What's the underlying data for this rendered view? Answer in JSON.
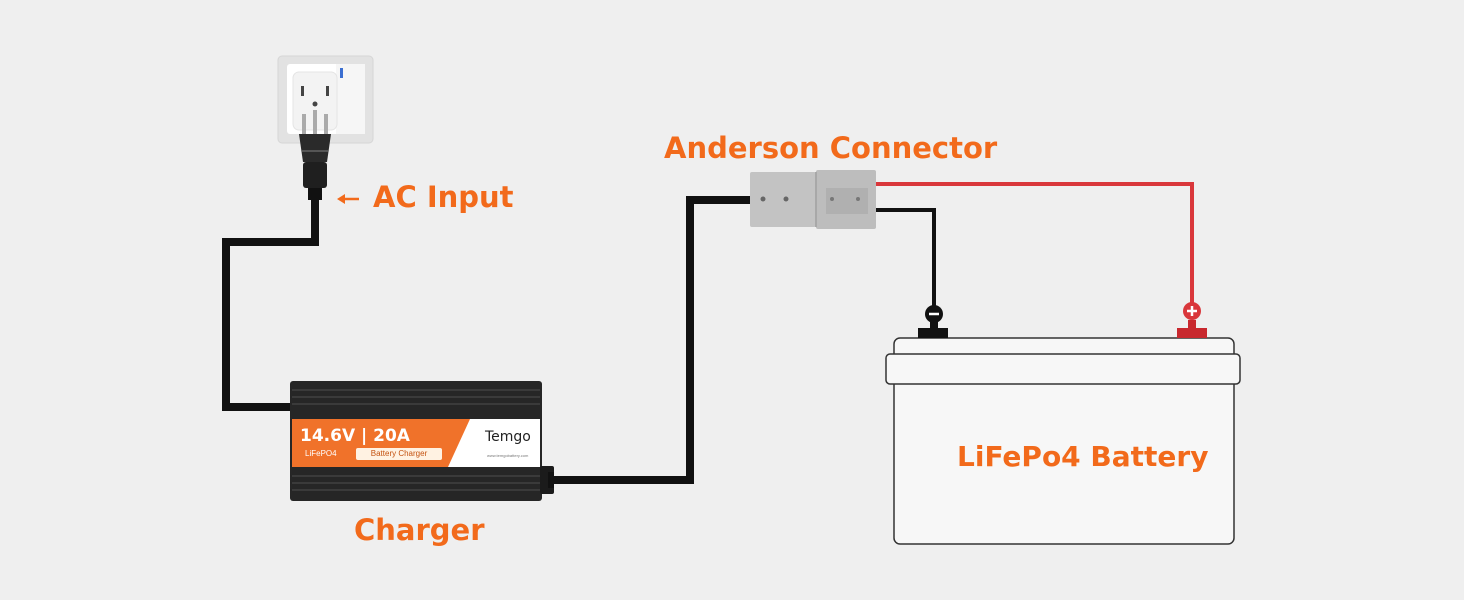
{
  "labels": {
    "ac_input": "AC Input",
    "anderson_connector": "Anderson Connector",
    "charger": "Charger",
    "battery": "LiFePo4 Battery"
  },
  "charger_panel": {
    "voltage_current": "14.6V | 20A",
    "chemistry": "LiFePO4",
    "type": "Battery Charger",
    "brand": "Temgo",
    "website": "www.temgobattery.com"
  },
  "terminals": {
    "negative": "−",
    "positive": "+"
  },
  "colors": {
    "label_orange": "#f26a1b",
    "wire_black": "#111111",
    "wire_red": "#d9373b",
    "connector_gray": "#c2c2c2",
    "background": "#efefef"
  },
  "icons": [
    "wall-outlet-icon",
    "ac-plug-icon",
    "arrow-left-icon",
    "charger-icon",
    "anderson-connector-icon",
    "battery-icon"
  ]
}
